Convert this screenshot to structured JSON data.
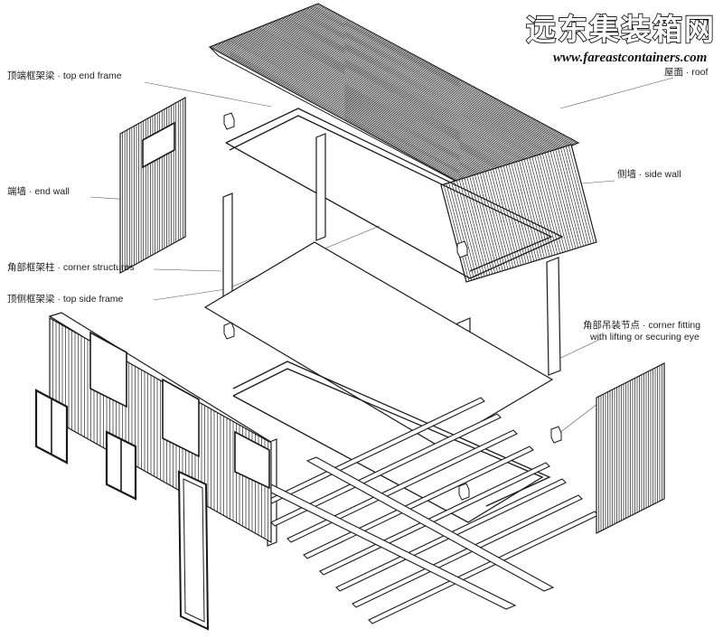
{
  "brand": {
    "title": "远东集装箱网",
    "url": "www.fareastcontainers.com"
  },
  "labels": {
    "top_end_frame": "顶端框架梁 · top end frame",
    "end_wall": "端墙 · end wall",
    "corner_structures": "角部框架柱 · corner structures",
    "top_side_frame": "顶侧框架梁 · top side frame",
    "roof": "屋面 · roof",
    "side_wall": "侧墙 · side wall",
    "corner_fitting_1": "角部吊装节点 · corner fitting",
    "corner_fitting_2": "with lifting or securing eye"
  },
  "colors": {
    "ink": "#1a1a1a",
    "paper": "#ffffff"
  }
}
